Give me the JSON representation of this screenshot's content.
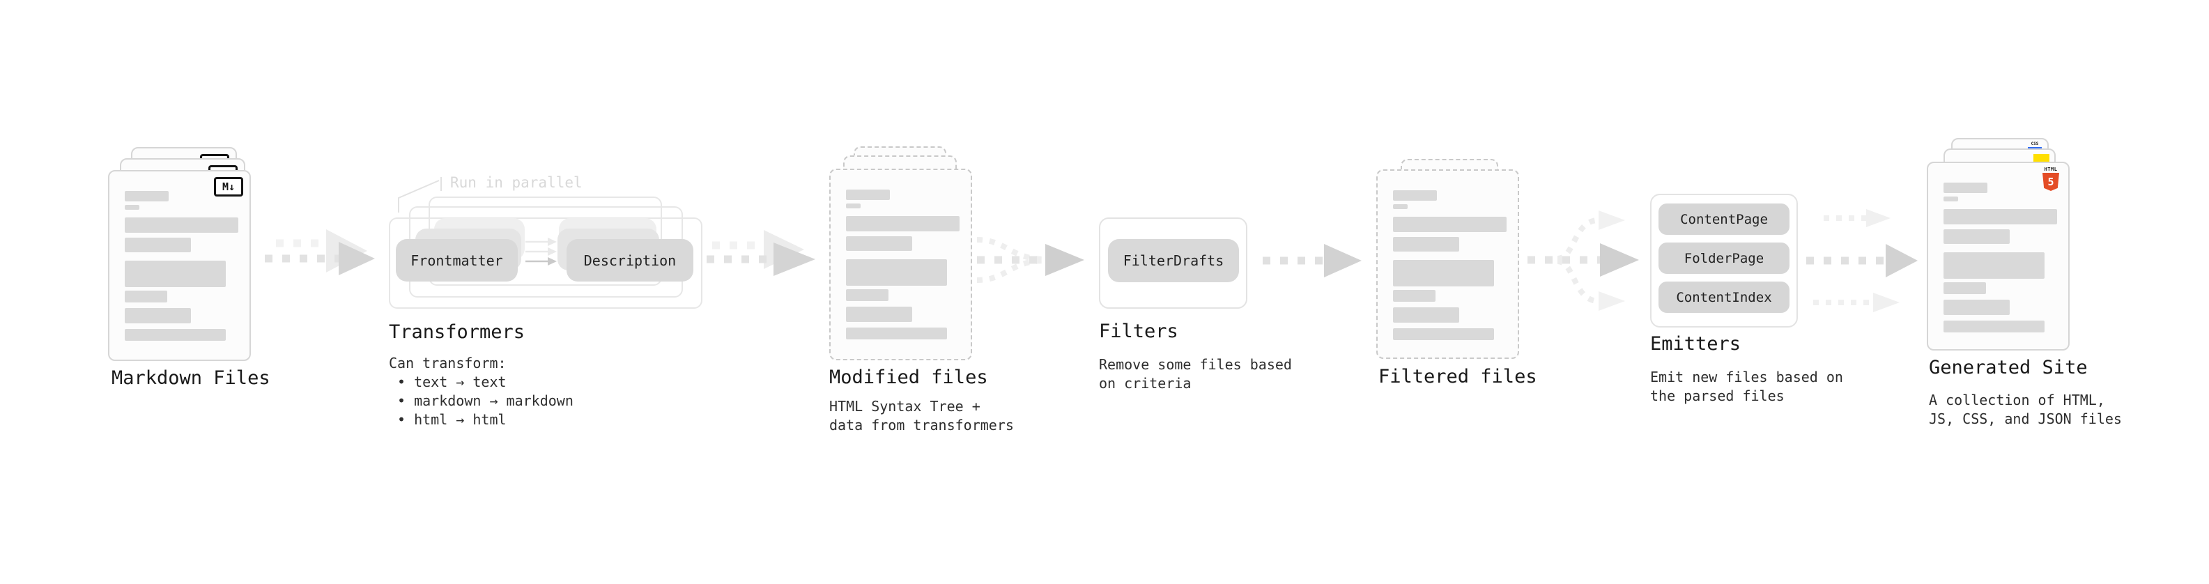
{
  "diagram": {
    "markdown_files": {
      "title": "Markdown Files",
      "badge": "M↓"
    },
    "transformers": {
      "note": "Run in parallel",
      "pill_left": "Frontmatter",
      "pill_right": "Description",
      "title": "Transformers",
      "body_heading": "Can transform:",
      "bullets": [
        "• text → text",
        "• markdown → markdown",
        "• html → html"
      ]
    },
    "modified_files": {
      "title": "Modified files",
      "desc": [
        "HTML Syntax Tree +",
        "data from transformers"
      ]
    },
    "filters": {
      "title": "Filters",
      "pill": "FilterDrafts",
      "desc": [
        "Remove some files based",
        "on criteria"
      ]
    },
    "filtered_files": {
      "title": "Filtered files"
    },
    "emitters": {
      "title": "Emitters",
      "pills": [
        "ContentPage",
        "FolderPage",
        "ContentIndex"
      ],
      "desc": [
        "Emit new files based on",
        "the parsed files"
      ]
    },
    "generated_site": {
      "title": "Generated Site",
      "desc": [
        "A collection of HTML,",
        "JS, CSS, and JSON files"
      ],
      "badges": {
        "html_label": "HTML",
        "html_number": "5",
        "css_label": "CSS"
      }
    }
  },
  "colors": {
    "html_orange": "#e44d26",
    "js_yellow": "#ffdf00",
    "css_blue": "#2f6bf2",
    "placeholder_gray": "#d9d9d9",
    "pill_gray": "#d9d9d9",
    "arrow_dark": "#d2d2d2",
    "arrow_light": "#ececec"
  }
}
